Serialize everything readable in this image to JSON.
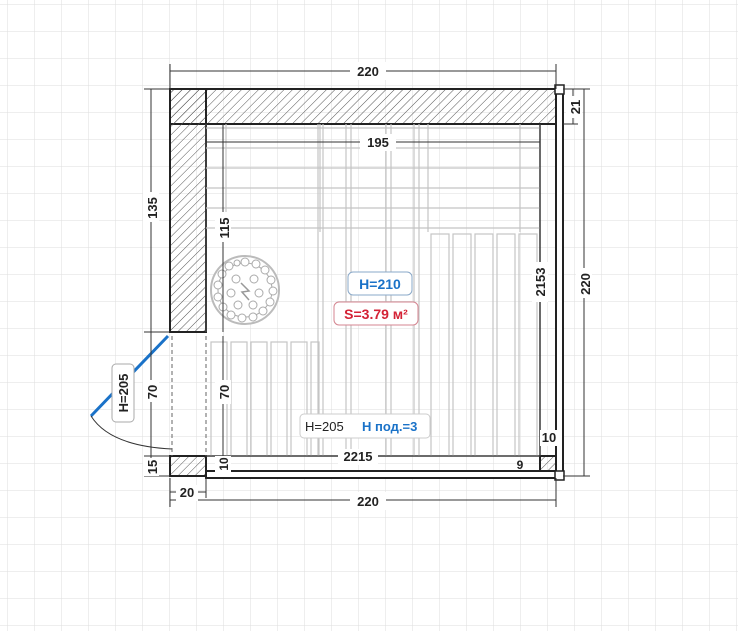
{
  "dimensions": {
    "top_width": "220",
    "bottom_width": "220",
    "right_height": "220",
    "left_upper": "135",
    "left_door": "70",
    "left_lower": "15",
    "inner_top": "195",
    "inner_left": "115",
    "inner_right": "215",
    "inner_right_suffix": "3",
    "corner_top_right": "21",
    "wall_left_bottom": "20",
    "door_inner": "70",
    "bottom_wall_left": "10",
    "bottom_right_small": "9",
    "right_wall_bottom": "10",
    "inner_bottom": "215",
    "inner_bottom_prefix": "2"
  },
  "labels": {
    "height": "H=210",
    "area": "S=3.79 м²",
    "door_height": "H=205",
    "bench_height": "H=205",
    "floor_height": "H под.=3"
  },
  "colors": {
    "grid": "#dcdcdc",
    "wall": "#333333",
    "blue": "#1a72c8",
    "red": "#d42235",
    "plank": "#c8c8c8"
  },
  "icons": {
    "stove": "sauna-stove-icon",
    "door": "door-swing-icon"
  }
}
